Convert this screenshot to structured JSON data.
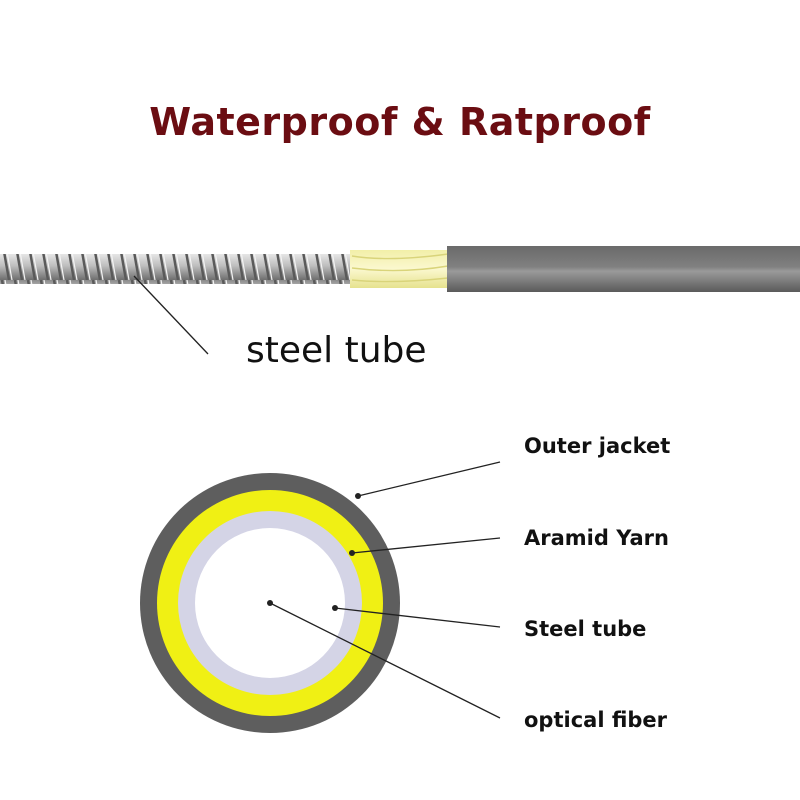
{
  "title": "Waterproof & Ratproof",
  "steel_tube_callout": "steel tube",
  "layers": [
    {
      "label": "Outer jacket"
    },
    {
      "label": "Aramid Yarn"
    },
    {
      "label": "Steel tube"
    },
    {
      "label": "optical fiber"
    }
  ],
  "colors": {
    "title": "#6b0d12",
    "jacket": "#5e5e5e",
    "yarn": "#f0f014",
    "steel_tube": "#d4d4e6",
    "core": "#ffffff"
  }
}
